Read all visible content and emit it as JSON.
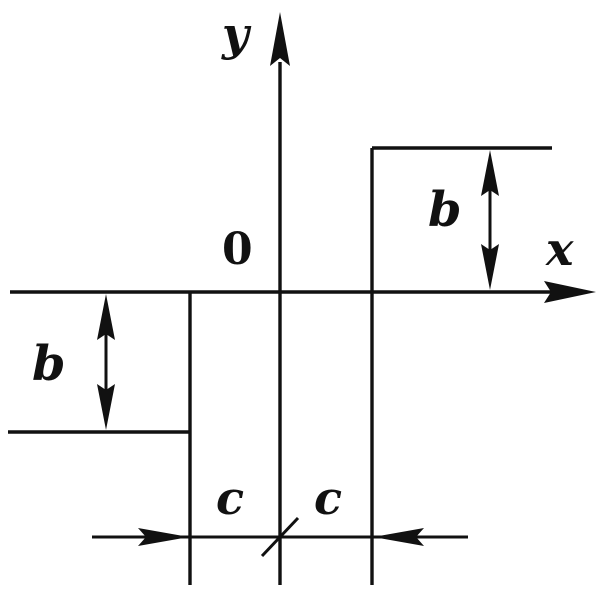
{
  "labels": {
    "x_axis": "x",
    "y_axis": "y",
    "origin": "0",
    "b_upper": "b",
    "b_lower": "b",
    "c_left": "c",
    "c_right": "c"
  },
  "colors": {
    "ink": "#111111",
    "background": "#ffffff"
  }
}
